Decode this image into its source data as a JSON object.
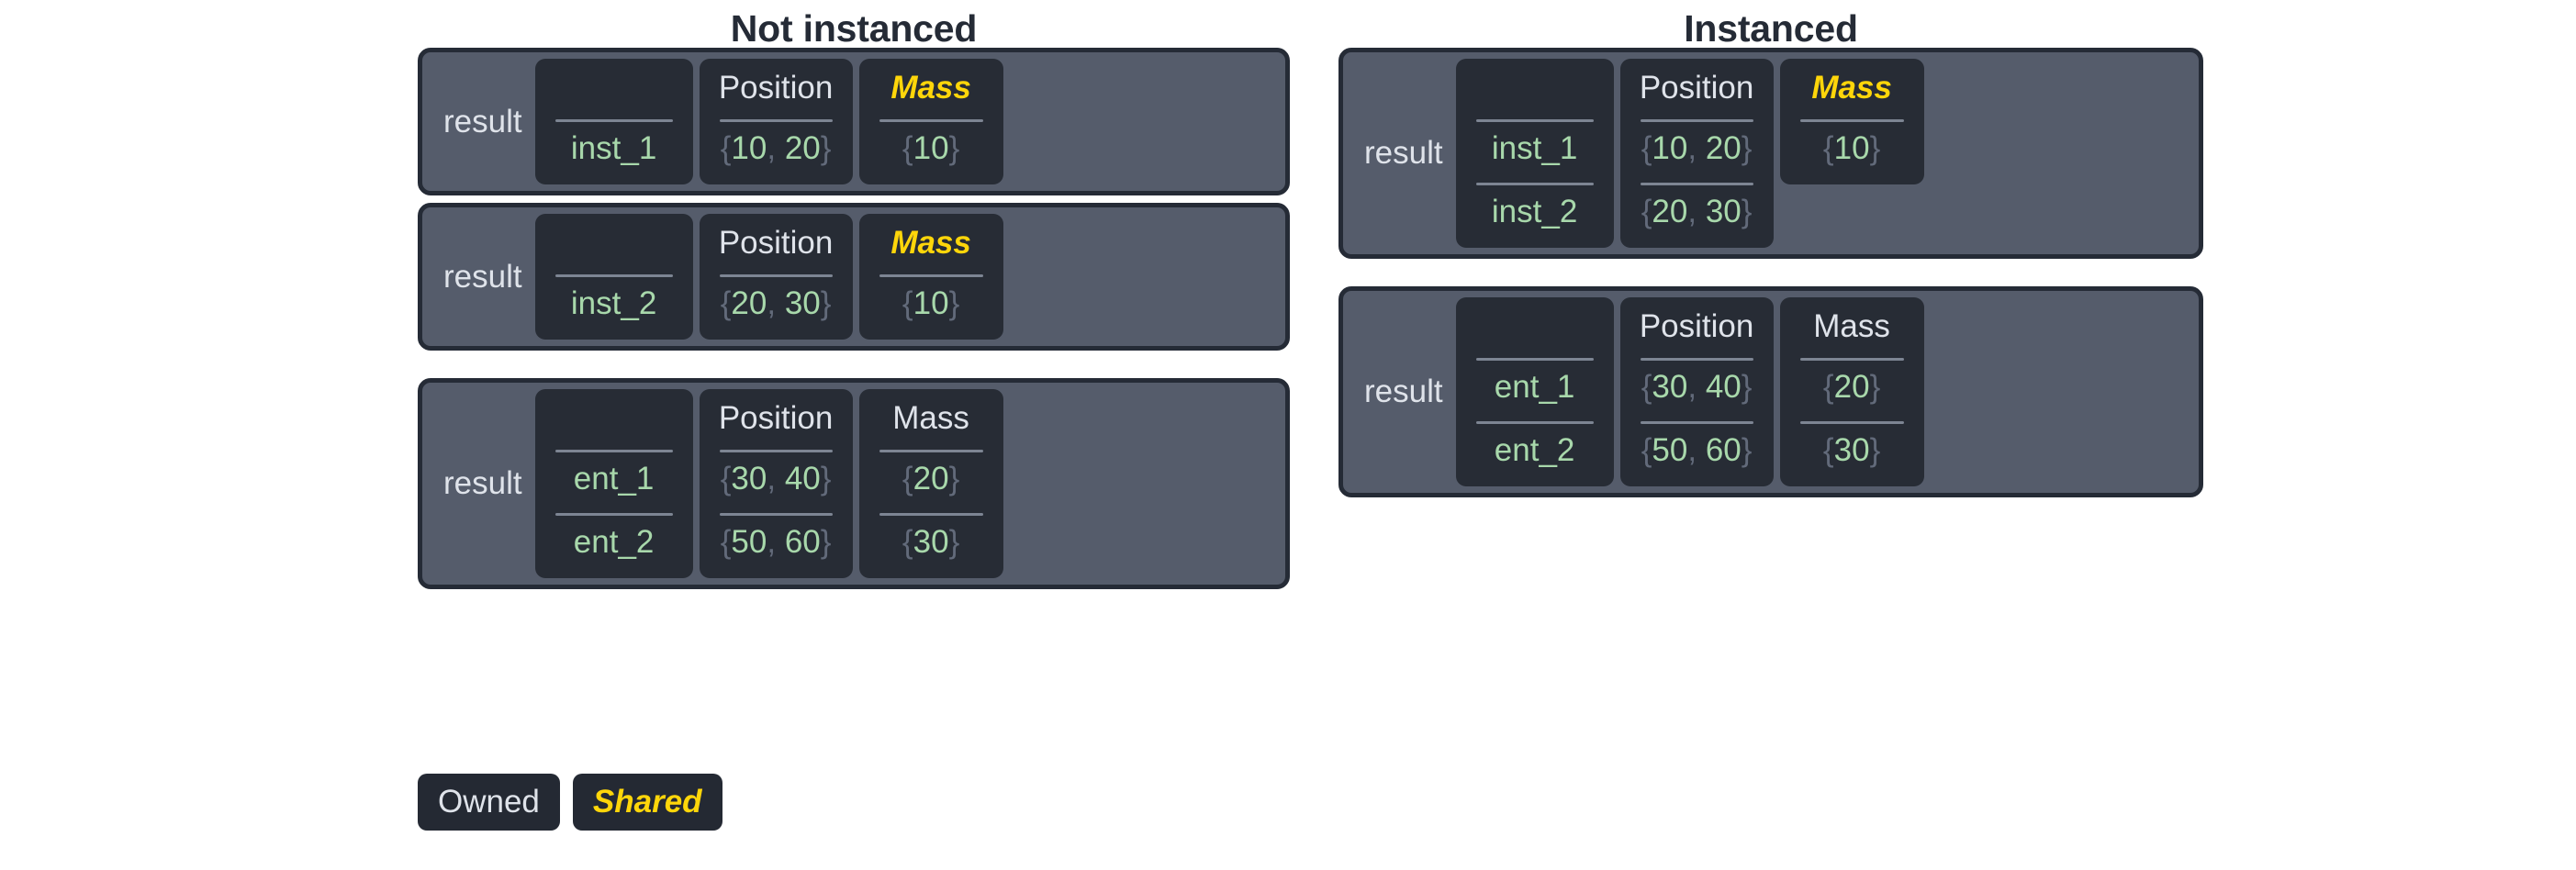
{
  "panels": [
    {
      "title": "Not instanced",
      "tables": [
        {
          "label": "result",
          "name_header": "",
          "columns": [
            {
              "header": "Position",
              "shared": false
            },
            {
              "header": "Mass",
              "shared": true
            }
          ],
          "rows": [
            {
              "name": "inst_1",
              "values": [
                "{10, 20}",
                "{10}"
              ]
            }
          ],
          "mass_spans_all_rows": true,
          "gap_above": false
        },
        {
          "label": "result",
          "name_header": "",
          "columns": [
            {
              "header": "Position",
              "shared": false
            },
            {
              "header": "Mass",
              "shared": true
            }
          ],
          "rows": [
            {
              "name": "inst_2",
              "values": [
                "{20, 30}",
                "{10}"
              ]
            }
          ],
          "mass_spans_all_rows": true,
          "gap_above": false
        },
        {
          "label": "result",
          "name_header": "",
          "columns": [
            {
              "header": "Position",
              "shared": false
            },
            {
              "header": "Mass",
              "shared": false
            }
          ],
          "rows": [
            {
              "name": "ent_1",
              "values": [
                "{30, 40}",
                "{20}"
              ]
            },
            {
              "name": "ent_2",
              "values": [
                "{50, 60}",
                "{30}"
              ]
            }
          ],
          "mass_spans_all_rows": true,
          "gap_above": true
        }
      ]
    },
    {
      "title": "Instanced",
      "tables": [
        {
          "label": "result",
          "name_header": "",
          "columns": [
            {
              "header": "Position",
              "shared": false
            },
            {
              "header": "Mass",
              "shared": true
            }
          ],
          "rows": [
            {
              "name": "inst_1",
              "values": [
                "{10, 20}",
                "{10}"
              ]
            },
            {
              "name": "inst_2",
              "values": [
                "{20, 30}",
                ""
              ]
            }
          ],
          "mass_spans_all_rows": false,
          "gap_above": false
        },
        {
          "label": "result",
          "name_header": "",
          "columns": [
            {
              "header": "Position",
              "shared": false
            },
            {
              "header": "Mass",
              "shared": false
            }
          ],
          "rows": [
            {
              "name": "ent_1",
              "values": [
                "{30, 40}",
                "{20}"
              ]
            },
            {
              "name": "ent_2",
              "values": [
                "{50, 60}",
                "{30}"
              ]
            }
          ],
          "mass_spans_all_rows": true,
          "gap_above": true
        }
      ]
    }
  ],
  "legend": [
    {
      "label": "Owned",
      "shared": false
    },
    {
      "label": "Shared",
      "shared": true
    }
  ],
  "colors": {
    "card_background": "#555c6b",
    "card_border": "#252b36",
    "column_background": "#272c35",
    "value_green": "#a8d8ab",
    "brace_gray": "#626a7a",
    "shared_yellow": "#ffd60a",
    "text_light": "#dfe3ea",
    "title_dark": "#252b36",
    "rule_gray": "#7d8593",
    "page_background": "#ffffff"
  }
}
